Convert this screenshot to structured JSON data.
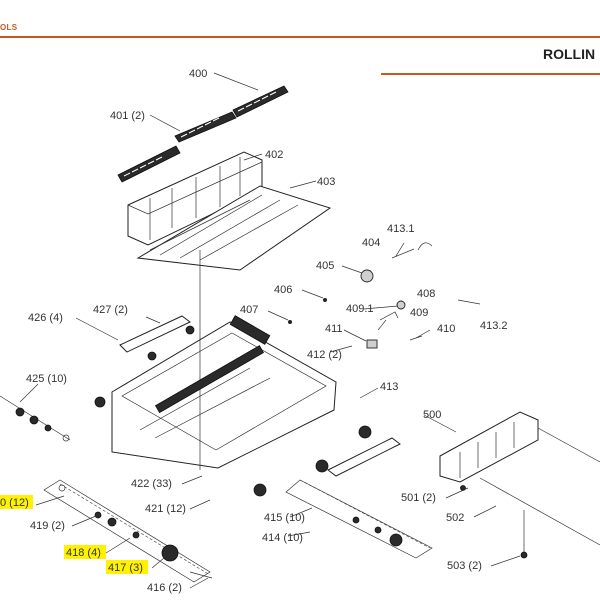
{
  "header": {
    "brand": "OLS",
    "section_title": "ROLLIN"
  },
  "callouts": [
    {
      "id": "c400",
      "text": "400"
    },
    {
      "id": "c401",
      "text": "401 (2)"
    },
    {
      "id": "c402",
      "text": "402"
    },
    {
      "id": "c403",
      "text": "403"
    },
    {
      "id": "c413_1",
      "text": "413.1"
    },
    {
      "id": "c404",
      "text": "404"
    },
    {
      "id": "c405",
      "text": "405"
    },
    {
      "id": "c406",
      "text": "406"
    },
    {
      "id": "c408",
      "text": "408"
    },
    {
      "id": "c409_1",
      "text": "409.1"
    },
    {
      "id": "c409",
      "text": "409"
    },
    {
      "id": "c413_2",
      "text": "413.2"
    },
    {
      "id": "c407",
      "text": "407"
    },
    {
      "id": "c411",
      "text": "411"
    },
    {
      "id": "c410",
      "text": "410"
    },
    {
      "id": "c427",
      "text": "427 (2)"
    },
    {
      "id": "c426",
      "text": "426 (4)"
    },
    {
      "id": "c412",
      "text": "412 (2)"
    },
    {
      "id": "c425",
      "text": "425 (10)"
    },
    {
      "id": "c413",
      "text": "413"
    },
    {
      "id": "c500",
      "text": "500"
    },
    {
      "id": "c422",
      "text": "422 (33)"
    },
    {
      "id": "c421",
      "text": "421 (12)"
    },
    {
      "id": "c501",
      "text": "501 (2)"
    },
    {
      "id": "c420",
      "text": "0 (12)"
    },
    {
      "id": "c419",
      "text": "419 (2)"
    },
    {
      "id": "c415",
      "text": "415 (10)"
    },
    {
      "id": "c502",
      "text": "502"
    },
    {
      "id": "c414",
      "text": "414 (10)"
    },
    {
      "id": "c418",
      "text": "418 (4)"
    },
    {
      "id": "c417",
      "text": "417 (3)"
    },
    {
      "id": "c503",
      "text": "503 (2)"
    },
    {
      "id": "c416",
      "text": "416 (2)"
    }
  ],
  "highlight_color": "#fff200",
  "accent_color": "#c9581e"
}
